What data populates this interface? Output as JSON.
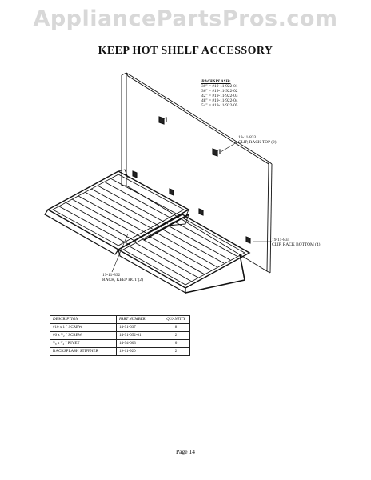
{
  "watermark": "AppliancePartsPros.com",
  "title": "KEEP HOT SHELF ACCESSORY",
  "backsplash": {
    "heading": "BACKSPLASH:",
    "sizes": [
      "30\" = #19-11-922-01",
      "36\" = #19-11-922-02",
      "42\" = #19-11-922-03",
      "48\" = #19-11-922-04",
      "54\" = #19-11-922-05"
    ]
  },
  "callouts": {
    "clip_top_part": "19-11-833",
    "clip_top_desc": "CLIP, RACK TOP (2)",
    "clip_bottom_part": "19-11-834",
    "clip_bottom_desc": "CLIP, RACK BOTTOM (4)",
    "rack_part": "19-11-832",
    "rack_desc": "RACK, KEEP HOT (2)"
  },
  "table": {
    "headers": [
      "DESCRIPTION",
      "PART NUMBER",
      "QUANTITY"
    ],
    "rows": [
      [
        "#10 x 1 \" SCREW",
        "14-91-037",
        "8"
      ],
      [
        "#6 x ¹/₂ \" SCREW",
        "14-91-052-01",
        "2"
      ],
      [
        "¹/₈ x ¹/₄ \" RIVET",
        "14-94-003",
        "6"
      ],
      [
        "BACKSPLASH STIFFNER",
        "19-11-920",
        "2"
      ]
    ]
  },
  "page_label": "Page 14"
}
